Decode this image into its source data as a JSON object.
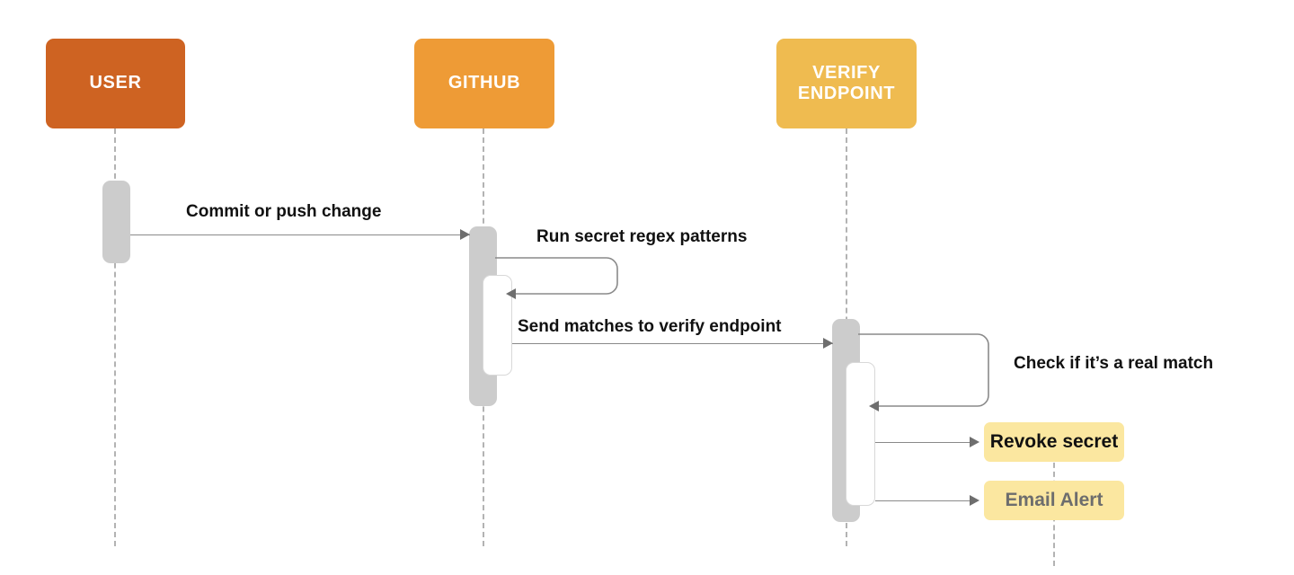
{
  "diagram": {
    "title": "GitHub secret scanning sequence",
    "background": "#ffffff",
    "colors": {
      "user_box": "#ce6322",
      "github_box": "#ee9b36",
      "verify_box": "#efbb50",
      "activation_outer": "#cccccc",
      "activation_inner": "#ffffff",
      "lifeline": "#b3b3b3",
      "arrow": "#8a8a8a",
      "note_fill": "#fbe7a0",
      "label_text": "#111111",
      "note_text_primary": "#111111",
      "note_text_secondary": "#6d6d6d"
    }
  },
  "actors": [
    {
      "id": "user",
      "label": "USER",
      "fill": "#ce6322",
      "font_size": 20
    },
    {
      "id": "github",
      "label": "GITHUB",
      "fill": "#ee9b36",
      "font_size": 20
    },
    {
      "id": "verify",
      "label": "VERIFY\nENDPOINT",
      "fill": "#efbb50",
      "font_size": 20
    }
  ],
  "messages": [
    {
      "id": "m1",
      "label": "Commit or push change",
      "from": "user",
      "to": "github",
      "kind": "call"
    },
    {
      "id": "m2",
      "label": "Run secret regex patterns",
      "from": "github",
      "to": "github",
      "kind": "self"
    },
    {
      "id": "m3",
      "label": "Send matches to verify endpoint",
      "from": "github",
      "to": "verify",
      "kind": "call"
    },
    {
      "id": "m4",
      "label": "Check if it’s a real match",
      "from": "verify",
      "to": "verify",
      "kind": "self"
    },
    {
      "id": "m5",
      "label": "Revoke secret",
      "from": "verify",
      "to": "note1",
      "kind": "call"
    },
    {
      "id": "m6",
      "label": "Email Alert",
      "from": "verify",
      "to": "note2",
      "kind": "call"
    }
  ],
  "notes": [
    {
      "id": "note1",
      "label": "Revoke secret",
      "fill": "#fbe7a0",
      "text_color": "#111111"
    },
    {
      "id": "note2",
      "label": "Email Alert",
      "fill": "#fbe7a0",
      "text_color": "#6d6d6d"
    }
  ]
}
